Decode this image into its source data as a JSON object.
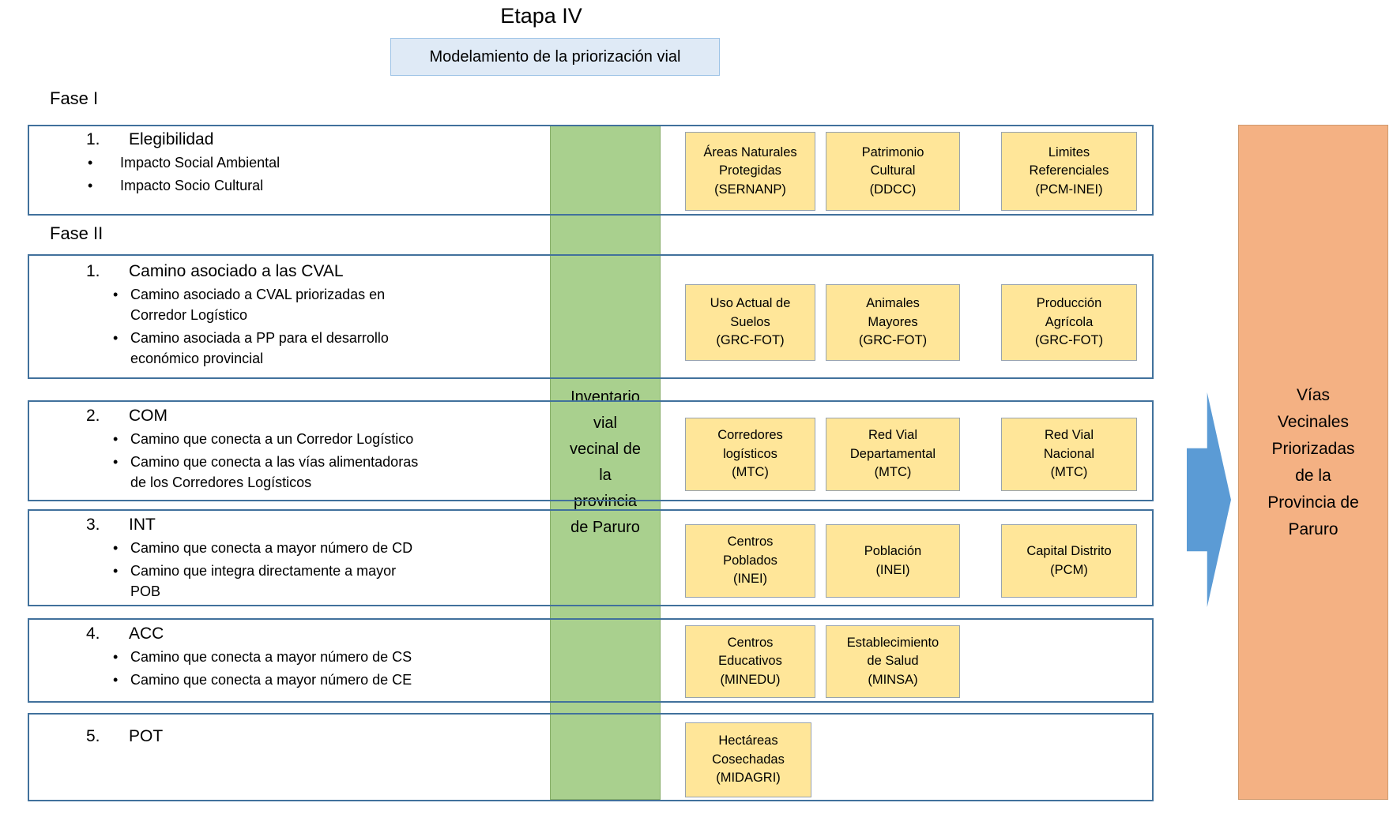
{
  "title": "Etapa IV",
  "subtitle": "Modelamiento de la priorización vial",
  "fase_labels": [
    "Fase I",
    "Fase II"
  ],
  "inventory_band": "Inventario\nvial\nvecinal de\nla\nprovincia\nde Paruro",
  "result_box": "Vías\nVecinales\nPriorizadas\nde la\nProvincia de\nParuro",
  "colors": {
    "row_border": "#41719C",
    "band_fill": "#A9D08E",
    "source_box_fill": "#FFE699",
    "subtitle_fill": "#DEEBF7",
    "arrow_fill": "#5B9BD5",
    "result_fill": "#F4B183"
  },
  "sections": [
    {
      "number": "1.",
      "heading": "Elegibilidad",
      "bullets": [
        "Impacto Social Ambiental",
        "Impacto Socio Cultural"
      ],
      "boxes": [
        "Áreas Naturales\nProtegidas\n(SERNANP)",
        "Patrimonio\nCultural\n(DDCC)",
        "Limites\nReferenciales\n(PCM-INEI)"
      ]
    },
    {
      "number": "1.",
      "heading": "Camino asociado a las CVAL",
      "bullets": [
        "Camino asociado a CVAL priorizadas en\nCorredor Logístico",
        "Camino asociada a PP para el desarrollo\neconómico provincial"
      ],
      "boxes": [
        "Uso Actual de\nSuelos\n(GRC-FOT)",
        "Animales\nMayores\n(GRC-FOT)",
        "Producción\nAgrícola\n(GRC-FOT)"
      ]
    },
    {
      "number": "2.",
      "heading": "COM",
      "bullets": [
        "Camino que conecta a un Corredor Logístico",
        "Camino que conecta a las vías alimentadoras\nde los Corredores Logísticos"
      ],
      "boxes": [
        "Corredores\nlogísticos\n(MTC)",
        "Red Vial\nDepartamental\n(MTC)",
        "Red Vial\nNacional\n(MTC)"
      ]
    },
    {
      "number": "3.",
      "heading": "INT",
      "bullets": [
        "Camino que conecta a mayor número de CD",
        "Camino que integra directamente a mayor\nPOB"
      ],
      "boxes": [
        "Centros\nPoblados\n(INEI)",
        "Población\n(INEI)",
        "Capital Distrito\n(PCM)"
      ]
    },
    {
      "number": "4.",
      "heading": "ACC",
      "bullets": [
        "Camino que conecta a mayor número de CS",
        "Camino que conecta a mayor número de CE"
      ],
      "boxes": [
        "Centros\nEducativos\n(MINEDU)",
        "Establecimiento\nde Salud\n(MINSA)"
      ]
    },
    {
      "number": "5.",
      "heading": "POT",
      "bullets": [],
      "boxes": [
        "Hectáreas\nCosechadas\n(MIDAGRI)"
      ]
    }
  ]
}
